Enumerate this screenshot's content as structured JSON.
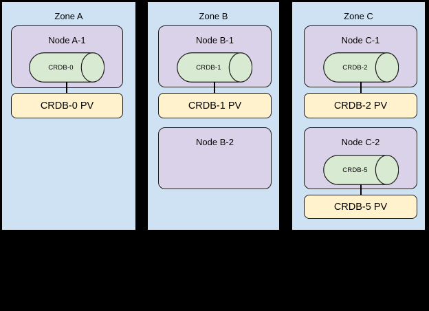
{
  "diagram": {
    "type": "kubernetes-topology-diagram",
    "colors": {
      "background": "#000000",
      "zone_fill": "#cfe2f3",
      "node_fill": "#d9d2e9",
      "pod_fill": "#d9ead3",
      "pv_fill": "#fff2cc",
      "stroke": "#1a1a1a",
      "zone_border": "#000000"
    }
  },
  "zones": [
    {
      "title": "Zone A",
      "nodes": [
        {
          "title": "Node A-1",
          "pod_label": "CRDB-0",
          "pv_label": "CRDB-0 PV"
        }
      ]
    },
    {
      "title": "Zone B",
      "nodes": [
        {
          "title": "Node B-1",
          "pod_label": "CRDB-1",
          "pv_label": "CRDB-1 PV"
        },
        {
          "title": "Node B-2"
        }
      ]
    },
    {
      "title": "Zone C",
      "nodes": [
        {
          "title": "Node C-1",
          "pod_label": "CRDB-2",
          "pv_label": "CRDB-2 PV"
        },
        {
          "title": "Node C-2",
          "pod_label": "CRDB-5",
          "pv_label": "CRDB-5 PV"
        }
      ]
    }
  ]
}
